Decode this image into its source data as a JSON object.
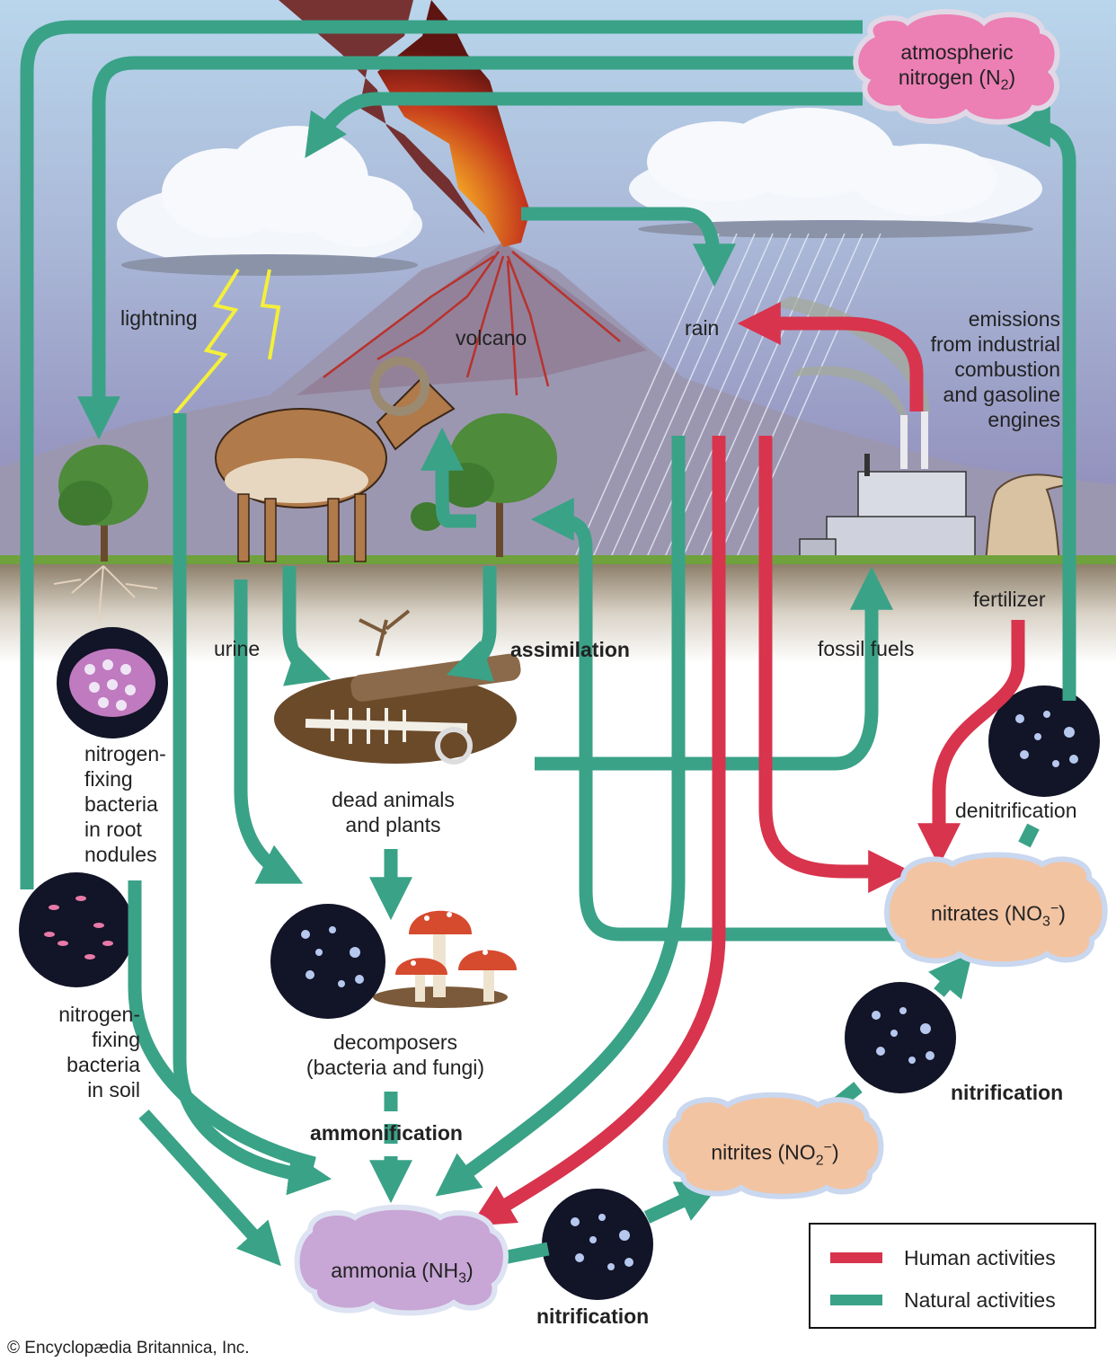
{
  "nodes": {
    "atmospheric_nitrogen": {
      "line1": "atmospheric",
      "line2": "nitrogen (N",
      "sub": "2",
      "close": ")"
    },
    "ammonia": {
      "text": "ammonia (NH",
      "sub": "3",
      "close": ")"
    },
    "nitrites": {
      "text": "nitrites (NO",
      "sub": "2",
      "sup": "−",
      "close": ")"
    },
    "nitrates": {
      "text": "nitrates (NO",
      "sub": "3",
      "sup": "−",
      "close": ")"
    }
  },
  "labels": {
    "lightning": "lightning",
    "volcano": "volcano",
    "rain": "rain",
    "emissions": [
      "emissions",
      "from industrial",
      "combustion",
      "and gasoline",
      "engines"
    ],
    "urine": "urine",
    "assimilation": "assimilation",
    "fossil_fuels": "fossil fuels",
    "fertilizer": "fertilizer",
    "root_bacteria": [
      "nitrogen-",
      "fixing",
      "bacteria",
      "in root",
      "nodules"
    ],
    "dead": [
      "dead animals",
      "and plants"
    ],
    "denitrification": "denitrification",
    "soil_bacteria": [
      "nitrogen-",
      "fixing",
      "bacteria",
      "in soil"
    ],
    "decomposers": [
      "decomposers",
      "(bacteria and fungi)"
    ],
    "ammonification": "ammonification",
    "nitrification_upper": "nitrification",
    "nitrification_lower": "nitrification"
  },
  "legend": {
    "human": {
      "label": "Human activities",
      "color": "#d8344d"
    },
    "natural": {
      "label": "Natural activities",
      "color": "#3aa287"
    }
  },
  "credit": "© Encyclopædia Britannica, Inc.",
  "colors": {
    "natural_arrow": "#3aa287",
    "human_arrow": "#d8344d",
    "sky_top": "#b9d6ec",
    "sky_bottom": "#8c86b6",
    "ground": "#8d7f6a",
    "atmospheric_cloud": "#ec7fb4",
    "ammonia_cloud": "#c8a6d6",
    "nitrite_cloud": "#f3c4a2"
  }
}
